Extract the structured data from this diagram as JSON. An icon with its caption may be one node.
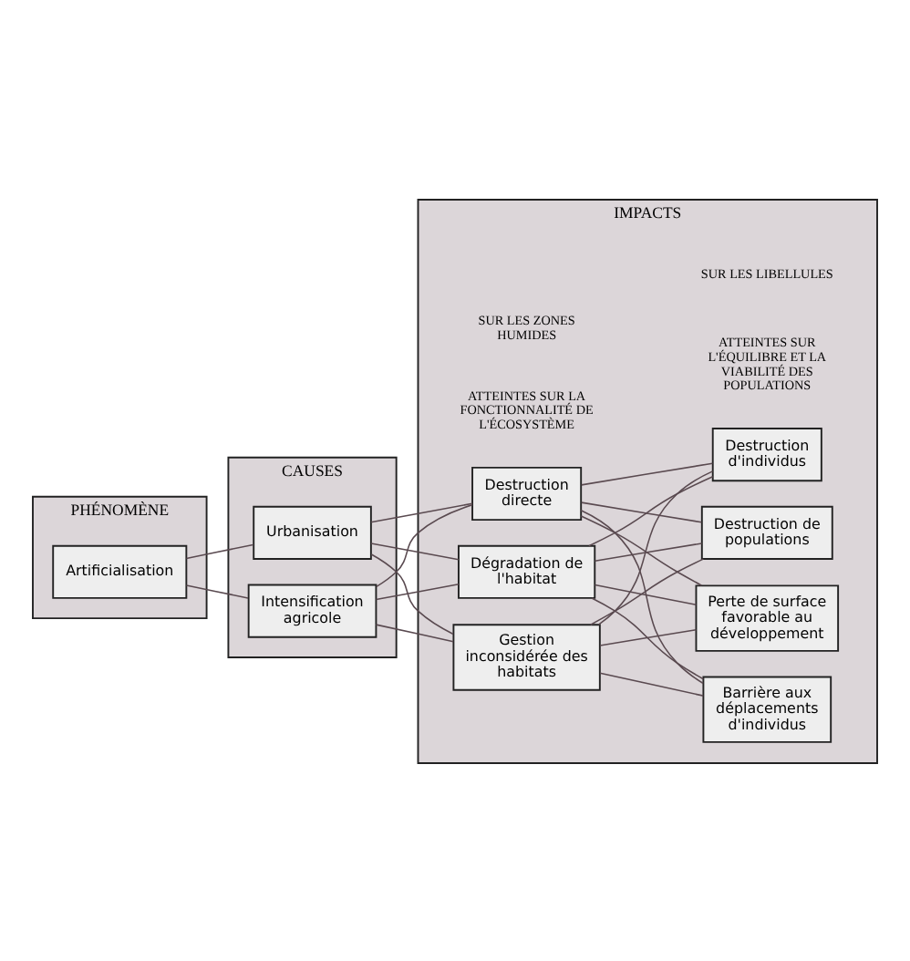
{
  "diagram": {
    "nodes": [
      {
        "text": [
          "PHÉNOMÈNE"
        ]
      },
      {
        "text": [
          "Artificialisation"
        ],
        "in": 0
      },
      {
        "text": [
          "CAUSES"
        ]
      },
      {
        "text": [
          "Urbanisation"
        ],
        "in": 2
      },
      {
        "text": [
          "Intensification agricole"
        ],
        "in": 2
      },
      {
        "text": [
          "IMPACTS"
        ]
      },
      {
        "text": [
          "Destruction directe"
        ],
        "in": 5
      },
      {
        "text": [
          "Dégradation de l'habitat"
        ],
        "in": 5
      },
      {
        "text": [
          "Gestion inconsidérée des habitats"
        ],
        "in": 5
      },
      {
        "text": [
          "Destruction d'individus"
        ],
        "in": 5
      },
      {
        "text": [
          "Destruction de populations"
        ],
        "in": 5
      },
      {
        "text": [
          "Perte de surface favorable au développement"
        ],
        "in": 5
      },
      {
        "text": [
          "Barrière aux déplacements d'individus"
        ],
        "in": 5
      }
    ],
    "edges": [
      {
        "from": 1,
        "to": 3,
        "arrow": "none"
      },
      {
        "from": 1,
        "to": 4,
        "arrow": "none"
      },
      {
        "from": 3,
        "to": 6,
        "arrow": "none"
      },
      {
        "from": 3,
        "to": 7,
        "arrow": "none"
      },
      {
        "from": 3,
        "to": 8,
        "arrow": "none"
      },
      {
        "from": 4,
        "to": 6,
        "arrow": "none"
      },
      {
        "from": 4,
        "to": 7,
        "arrow": "none"
      },
      {
        "from": 4,
        "to": 8,
        "arrow": "none"
      },
      {
        "from": 6,
        "to": 9,
        "arrow": "none"
      },
      {
        "from": 6,
        "to": 10,
        "arrow": "none"
      },
      {
        "from": 6,
        "to": 11,
        "arrow": "none"
      },
      {
        "from": 6,
        "to": 12,
        "arrow": "none"
      },
      {
        "from": 7,
        "to": 9,
        "arrow": "none"
      },
      {
        "from": 7,
        "to": 10,
        "arrow": "none"
      },
      {
        "from": 7,
        "to": 11,
        "arrow": "none"
      },
      {
        "from": 7,
        "to": 12,
        "arrow": "none"
      },
      {
        "from": 8,
        "to": 9,
        "arrow": "none"
      },
      {
        "from": 8,
        "to": 10,
        "arrow": "none"
      },
      {
        "from": 8,
        "to": 11,
        "arrow": "none"
      },
      {
        "from": 8,
        "to": 12,
        "arrow": "none"
      }
    ],
    "labels": [
      "SUR LES ZONES HUMIDES",
      "ATTEINTES SUR LA FONCTIONNALITÉ DE L'ÉCOSYSTÈME",
      "SUR LES LIBELLULES",
      "ATTEINTES SUR L'ÉQUILIBRE ET LA VIABILITÉ DES POPULATIONS"
    ]
  }
}
